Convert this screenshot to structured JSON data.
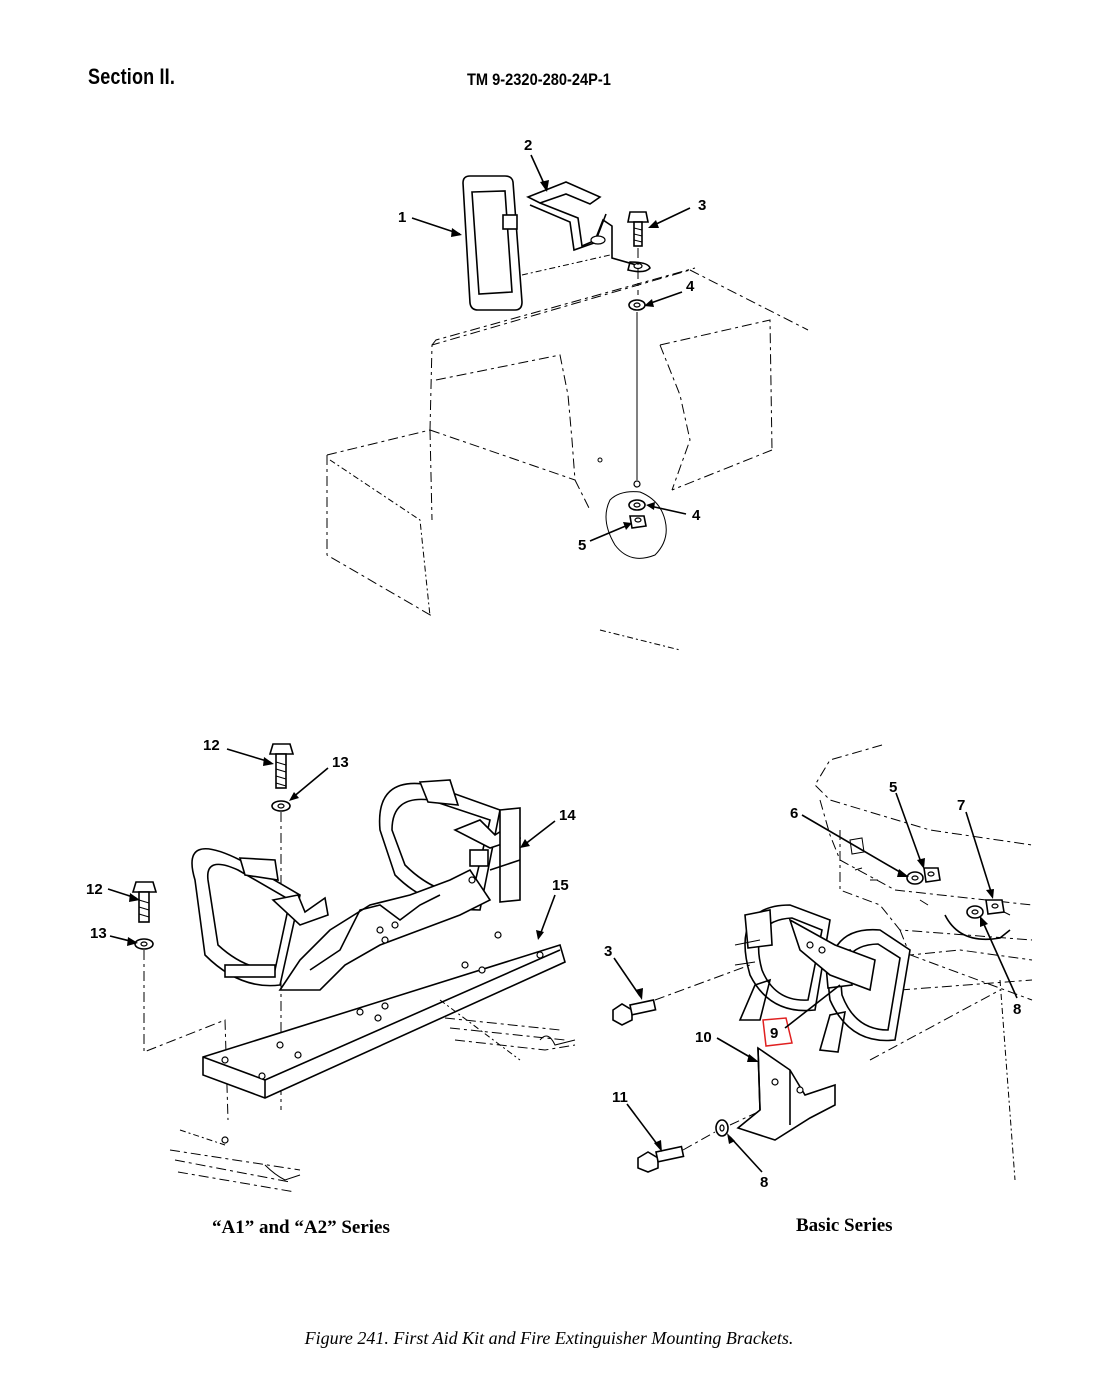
{
  "header": {
    "section": "Section II.",
    "tm_number": "TM 9-2320-280-24P-1"
  },
  "top_view": {
    "callouts": [
      "1",
      "2",
      "3",
      "4",
      "4",
      "5"
    ]
  },
  "a_series_view": {
    "label": "“A1” and “A2” Series",
    "callouts": [
      "12",
      "13",
      "12",
      "13",
      "14",
      "15"
    ]
  },
  "basic_series_view": {
    "label": "Basic Series",
    "callouts": [
      "5",
      "7",
      "6",
      "8",
      "3",
      "9",
      "10",
      "11",
      "8"
    ],
    "highlight_color": "#e02020"
  },
  "caption": "Figure 241.  First Aid Kit and Fire Extinguisher Mounting Brackets."
}
